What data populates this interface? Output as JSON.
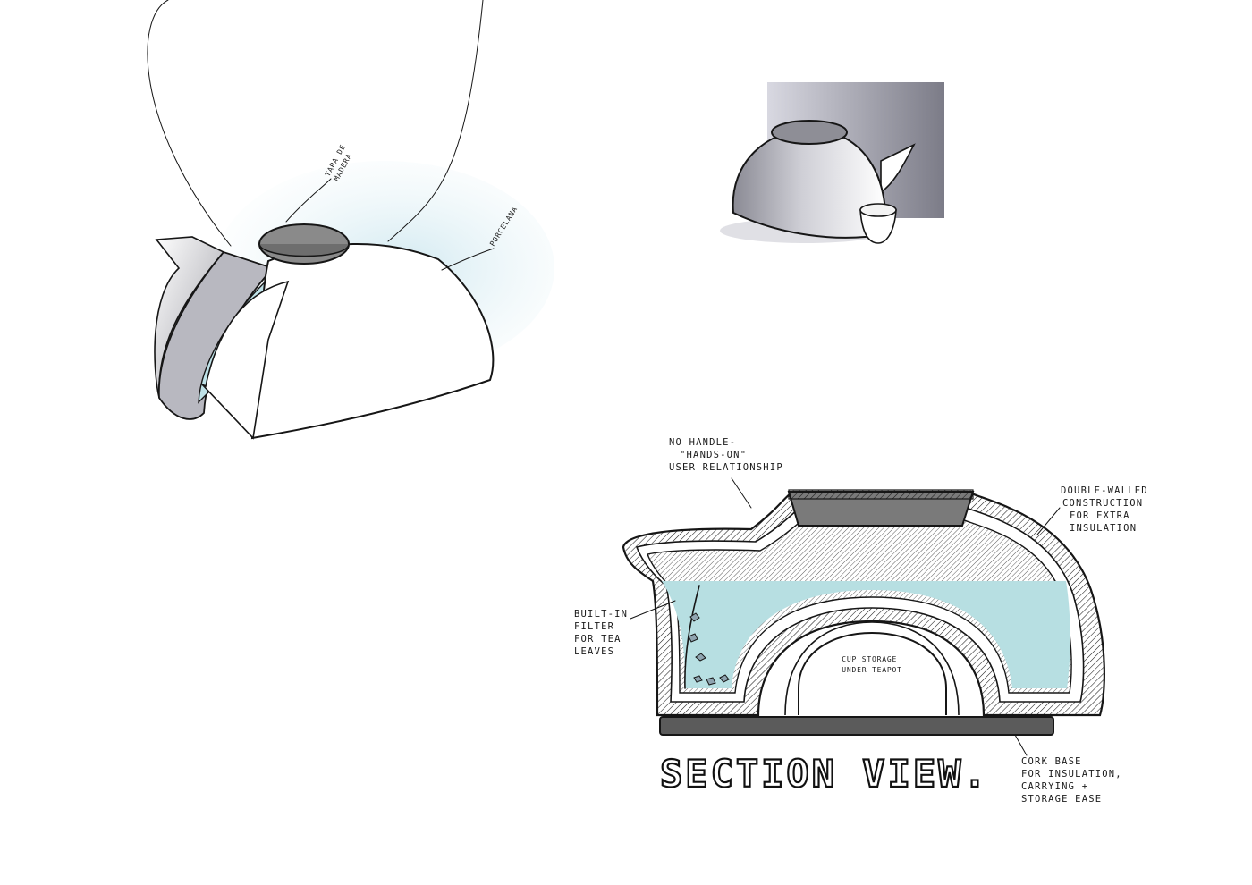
{
  "sketch_perspective": {
    "labels": {
      "lid": "TAPA DE\nMADERA",
      "body": "PORCELANA"
    }
  },
  "sketch_render": {},
  "section_view": {
    "title": "SECTION VIEW.",
    "annotations": {
      "handle": "NO HANDLE-\n\"HANDS-ON\"\nUSER RELATIONSHIP",
      "walls": "DOUBLE-WALLED\nCONSTRUCTION\nFOR EXTRA\nINSULATION",
      "filter": "BUILT-IN\nFILTER\nFOR TEA\nLEAVES",
      "cup": "CUP STORAGE\nUNDER TEAPOT",
      "base": "CORK BASE\nFOR INSULATION,\nCARRYING +\nSTORAGE EASE"
    }
  },
  "colors": {
    "ink": "#161616",
    "water": "#b7dfe2",
    "wash": "#d3ecf2",
    "cork": "#5b5b5b",
    "lid": "#7a7a7a",
    "grey_shade": "#b9b9c2"
  }
}
